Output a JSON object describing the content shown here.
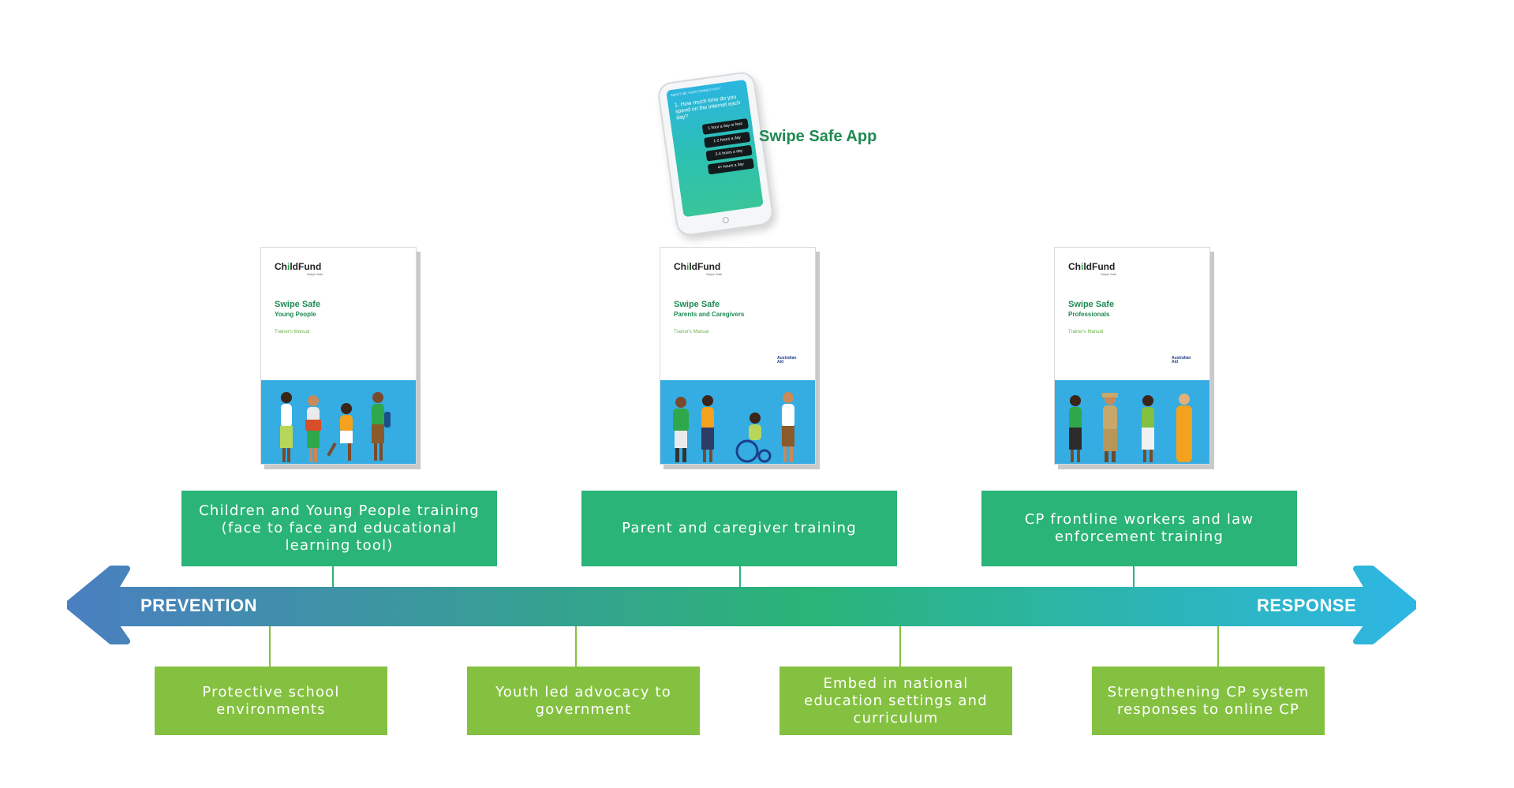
{
  "app": {
    "title": "Swipe Safe App",
    "screen_header": "ABOUT ME YOUR CONNECTIVITY",
    "question": "1. How much time do you spend on the internet each day?",
    "options": [
      "1 hour a day or less",
      "1-2 hours a day",
      "2-4 hours a day",
      "4+ hours a day"
    ]
  },
  "manuals": [
    {
      "logo": "ChildFund",
      "logo_sub": "Swipe Safe",
      "title": "Swipe Safe",
      "audience": "Young People",
      "type": "Trainer's Manual",
      "aid_logo": ""
    },
    {
      "logo": "ChildFund",
      "logo_sub": "Swipe Safe",
      "title": "Swipe Safe",
      "audience": "Parents and Caregivers",
      "type": "Trainer's Manual",
      "aid_logo": "Australian Aid"
    },
    {
      "logo": "ChildFund",
      "logo_sub": "Swipe Safe",
      "title": "Swipe Safe",
      "audience": "Professionals",
      "type": "Trainer's Manual",
      "aid_logo": "Australian Aid"
    }
  ],
  "trainings": [
    {
      "label": "Children and Young People training (face to face and educational learning tool)"
    },
    {
      "label": "Parent and caregiver training"
    },
    {
      "label": "CP frontline workers and law enforcement training"
    }
  ],
  "actions": [
    {
      "label": "Protective school environments"
    },
    {
      "label": "Youth led advocacy to government"
    },
    {
      "label": "Embed in national education settings and curriculum"
    },
    {
      "label": "Strengthening CP system responses to online CP"
    }
  ],
  "axis": {
    "left_label": "PREVENTION",
    "right_label": "RESPONSE",
    "start_color": "#4a7fc1",
    "mid_color": "#2ab477",
    "end_color": "#2eb6e4"
  },
  "colors": {
    "training_box": "#2ab477",
    "action_box": "#84c140",
    "brand_green": "#1f8a52"
  }
}
